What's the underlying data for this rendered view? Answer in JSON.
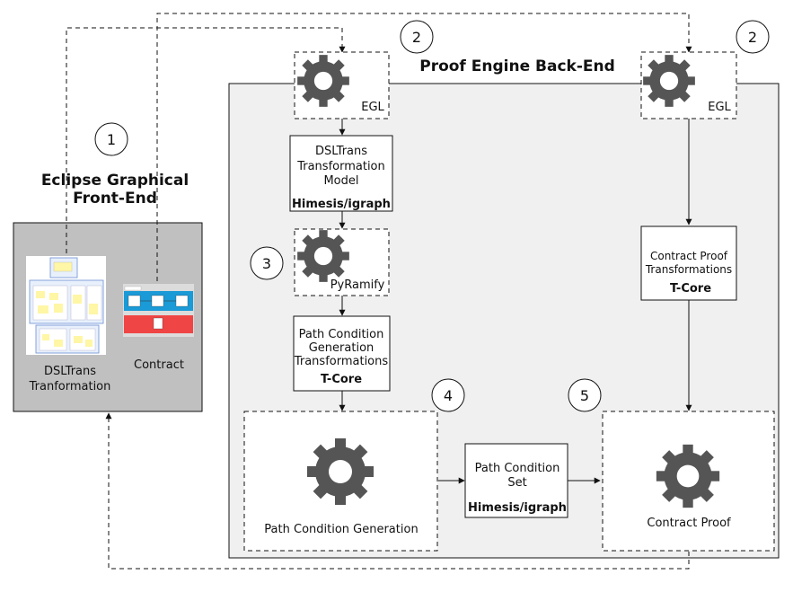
{
  "frontend": {
    "title_line1": "Eclipse Graphical",
    "title_line2": "Front-End",
    "dsltrans_label_line1": "DSLTrans",
    "dsltrans_label_line2": "Tranformation",
    "contract_label": "Contract"
  },
  "backend": {
    "title": "Proof Engine Back-End"
  },
  "nodes": {
    "egl_left": "EGL",
    "egl_right": "EGL",
    "dsltrans_model_line1": "DSLTrans",
    "dsltrans_model_line2": "Transformation",
    "dsltrans_model_line3": "Model",
    "dsltrans_model_tech": "Himesis/igraph",
    "pyramify": "PyRamify",
    "pc_gen_trans_line1": "Path Condition",
    "pc_gen_trans_line2": "Generation",
    "pc_gen_trans_line3": "Transformations",
    "pc_gen_trans_tech": "T-Core",
    "contract_proof_trans_line1": "Contract Proof",
    "contract_proof_trans_line2": "Transformations",
    "contract_proof_trans_tech": "T-Core",
    "pc_generation": "Path Condition Generation",
    "pc_set_line1": "Path Condition",
    "pc_set_line2": "Set",
    "pc_set_tech": "Himesis/igraph",
    "contract_proof": "Contract Proof"
  },
  "step_numbers": {
    "step1": "1",
    "step2_left": "2",
    "step2_right": "2",
    "step3": "3",
    "step4": "4",
    "step5": "5"
  },
  "icons": [
    "gear-icon",
    "dsltrans-thumbnail",
    "contract-thumbnail"
  ],
  "colors": {
    "frontend_bg": "#c0c0c0",
    "backend_bg": "#f0f0f0",
    "gear": "#555555",
    "contract_blue": "#1a9ad6",
    "contract_red": "#f04545"
  }
}
